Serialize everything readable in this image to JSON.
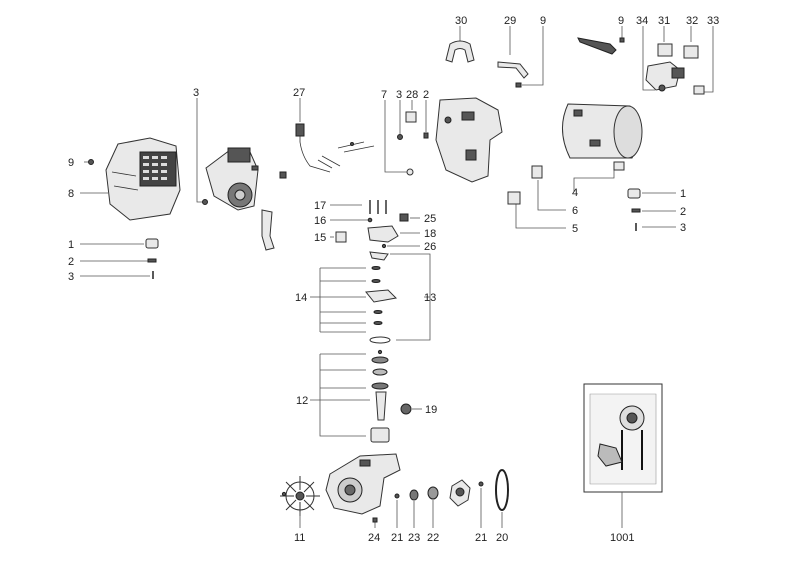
{
  "labels": {
    "n1": "1",
    "n2": "2",
    "n3": "3",
    "n4": "4",
    "n5": "5",
    "n6": "6",
    "n7": "7",
    "n8": "8",
    "n9": "9",
    "n11": "11",
    "n12": "12",
    "n13": "13",
    "n14": "14",
    "n15": "15",
    "n16": "16",
    "n17": "17",
    "n18": "18",
    "n19": "19",
    "n20": "20",
    "n21": "21",
    "n22": "22",
    "n23": "23",
    "n24": "24",
    "n25": "25",
    "n26": "26",
    "n27": "27",
    "n28": "28",
    "n29": "29",
    "n30": "30",
    "n31": "31",
    "n32": "32",
    "n33": "33",
    "n34": "34",
    "n1001": "1001"
  }
}
